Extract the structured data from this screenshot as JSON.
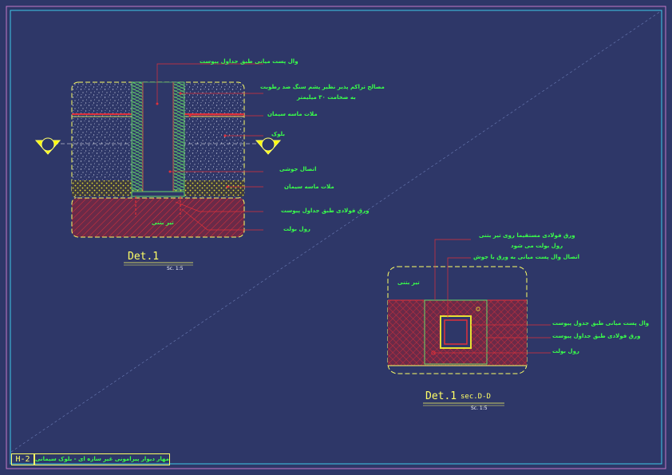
{
  "sheet": {
    "code": "H-2",
    "title": "مهار دیوار پیرامونی غیر سازه ای - بلوک سیمانی"
  },
  "detail1": {
    "title": "Det.1",
    "scale": "Sc. 1:5",
    "section_marker": "D",
    "labels": {
      "stud": "وال پست میانی طبق جداول پیوست",
      "polymer_line1": "مصالح تراکم پذیر نظیر پشم سنگ ضد رطوبت",
      "polymer_line2": "به ضخامت ۳۰ میلیمتر",
      "mortar_top": "ملات ماسه سیمان",
      "block": "بلوک",
      "weld": "اتصال جوشی",
      "mortar_bottom": "ملات ماسه سیمان",
      "plate": "ورق فولادی طبق جداول پیوست",
      "rawl_bolt": "رول بولت",
      "beam": "تیر بتنی"
    }
  },
  "detail2": {
    "title": "Det.1",
    "section": "sec.D-D",
    "scale": "Sc. 1:5",
    "labels": {
      "plate_top_line1": "ورق فولادی مستقیما روی تیر بتنی",
      "plate_top_line2": "رول بولت می شود",
      "stud_weld": "اتصال وال پست میانی به ورق با جوش",
      "beam": "تیر بتنی",
      "stud": "وال پست میانی طبق جدول پیوست",
      "plate": "ورق فولادی طبق جداول پیوست",
      "rawl_bolt": "رول بولت"
    }
  }
}
